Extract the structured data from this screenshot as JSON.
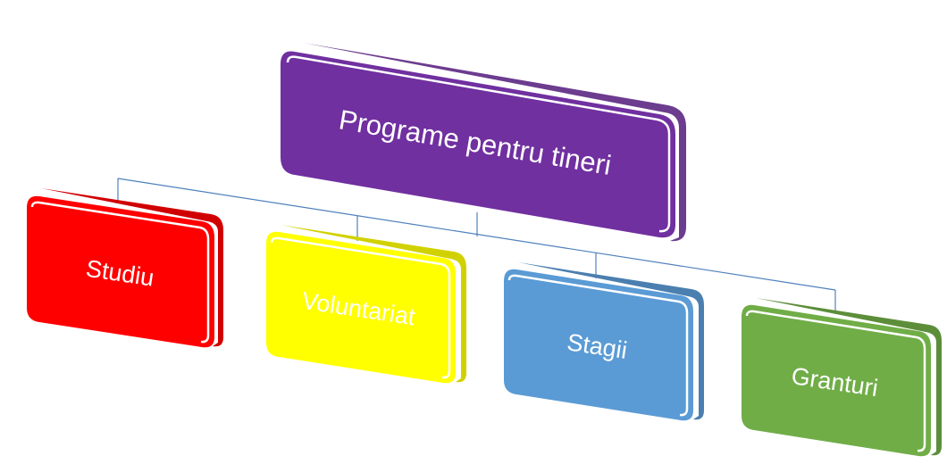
{
  "diagram": {
    "root": {
      "label": "Programe pentru tineri",
      "color": "#7030A0"
    },
    "children": [
      {
        "label": "Studiu",
        "color": "#FF0000"
      },
      {
        "label": "Voluntariat",
        "color": "#FFFF00"
      },
      {
        "label": "Stagii",
        "color": "#5B9BD5"
      },
      {
        "label": "Granturi",
        "color": "#70AD47"
      }
    ],
    "connector_color": "#4F81BD"
  }
}
